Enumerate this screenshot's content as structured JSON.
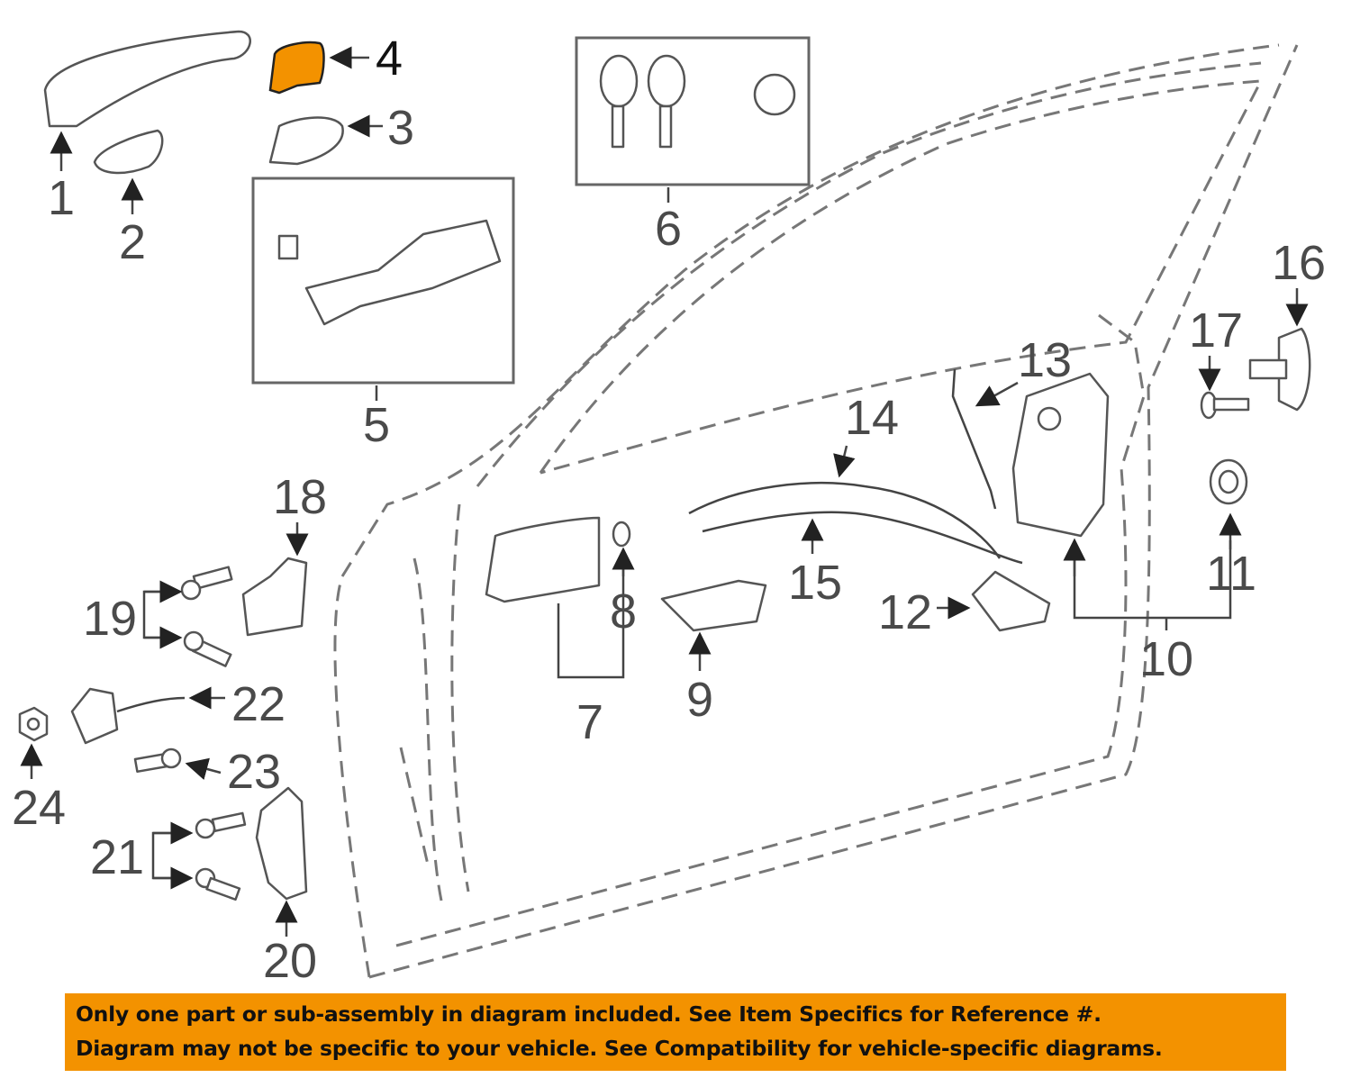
{
  "diagram": {
    "callouts": [
      "1",
      "2",
      "3",
      "4",
      "5",
      "6",
      "7",
      "8",
      "9",
      "10",
      "11",
      "12",
      "13",
      "14",
      "15",
      "16",
      "17",
      "18",
      "19",
      "20",
      "21",
      "22",
      "23",
      "24"
    ],
    "highlight_color": "#f39200",
    "highlighted_part": "4"
  },
  "banner": {
    "line1": "Only one part or sub-assembly in diagram included. See Item Specifics for Reference #.",
    "line2": "Diagram may not be specific to your vehicle. See Compatibility for vehicle-specific diagrams."
  }
}
